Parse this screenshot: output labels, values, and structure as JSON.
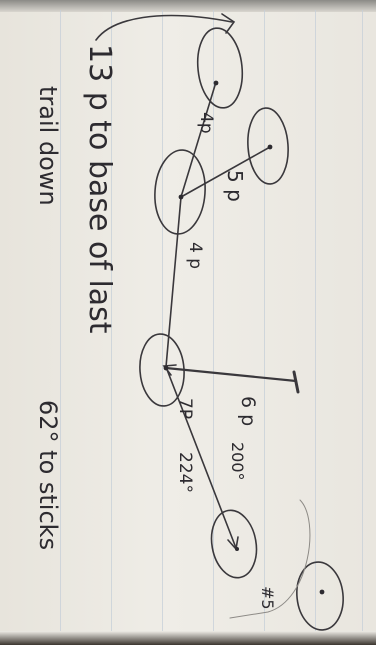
{
  "note": {
    "line1": "13 p to base of last",
    "line2_part1": "trail down",
    "line2_part2": "62° to sticks"
  },
  "measurements": {
    "top_segment": "4p",
    "branch_segment": "5 p",
    "mid_segment": "4 p",
    "spur_length": "6 p",
    "lower_distance": "7P",
    "lower_bearing": "224°",
    "side_bearing": "200°",
    "end_mark": "#5"
  },
  "colors": {
    "paper": "#ece9e2",
    "ink": "#2d2b30",
    "rule": "#c6cfd8"
  }
}
